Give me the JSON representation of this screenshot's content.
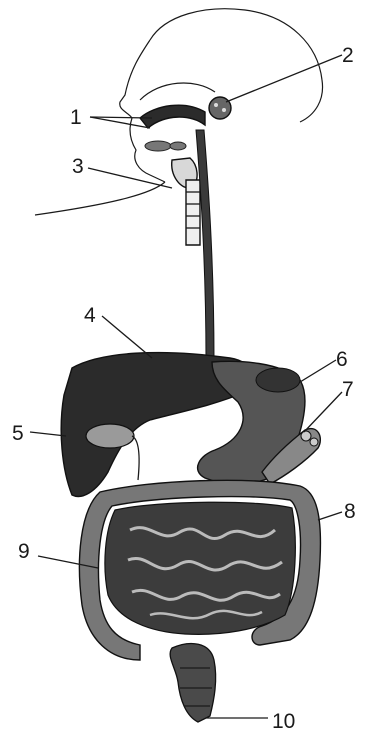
{
  "labels": {
    "l1": "1",
    "l2": "2",
    "l3": "3",
    "l4": "4",
    "l5": "5",
    "l6": "6",
    "l7": "7",
    "l8": "8",
    "l9": "9",
    "l10": "10"
  },
  "colors": {
    "ink": "#1a1a1a",
    "organ_dark": "#2b2b2b",
    "organ_mid": "#555555",
    "paper": "#ffffff"
  }
}
